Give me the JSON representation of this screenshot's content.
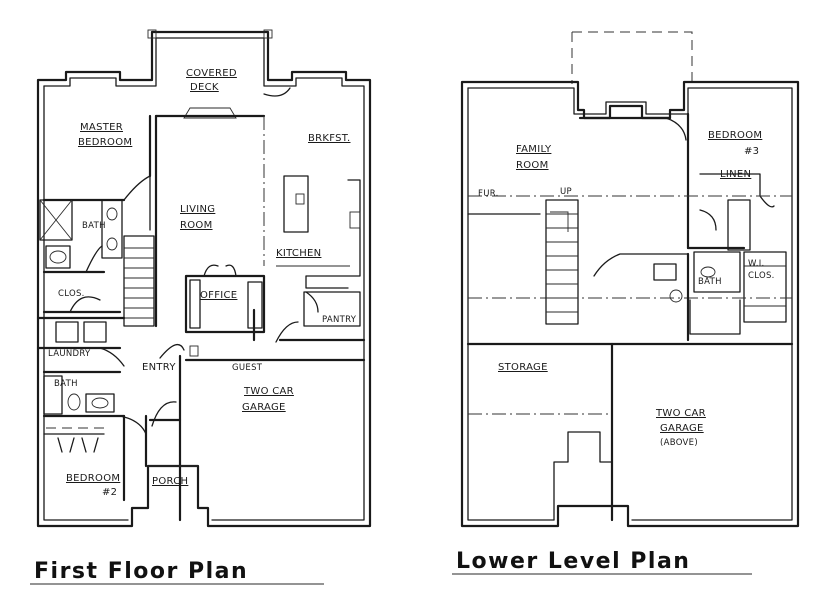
{
  "first_floor": {
    "title": "First Floor Plan",
    "rooms": {
      "covered_deck": [
        "Covered",
        "Deck"
      ],
      "master_bedroom": [
        "Master",
        "Bedroom"
      ],
      "brkfst": "Brkfst.",
      "living_room": [
        "Living",
        "Room"
      ],
      "bath": "Bath",
      "kitchen": "Kitchen",
      "clos": "Clos.",
      "office": "Office",
      "pantry": "Pantry",
      "laundry": "Laundry",
      "entry": "Entry",
      "guest": "Guest",
      "two_car_garage": [
        "Two Car",
        "Garage"
      ],
      "bath2": "Bath",
      "bedroom2": [
        "Bedroom",
        "#2"
      ],
      "porch": "Porch"
    }
  },
  "lower_level": {
    "title": "Lower Level Plan",
    "rooms": {
      "family_room": [
        "Family",
        "Room"
      ],
      "bedroom3": [
        "Bedroom",
        "#3"
      ],
      "linen": "Linen",
      "fur": "Fur.",
      "up": "Up",
      "bath": "Bath",
      "wi_clos": [
        "W.I.",
        "Clos."
      ],
      "storage": "Storage",
      "two_car_garage": [
        "Two Car",
        "Garage",
        "(Above)"
      ]
    }
  }
}
